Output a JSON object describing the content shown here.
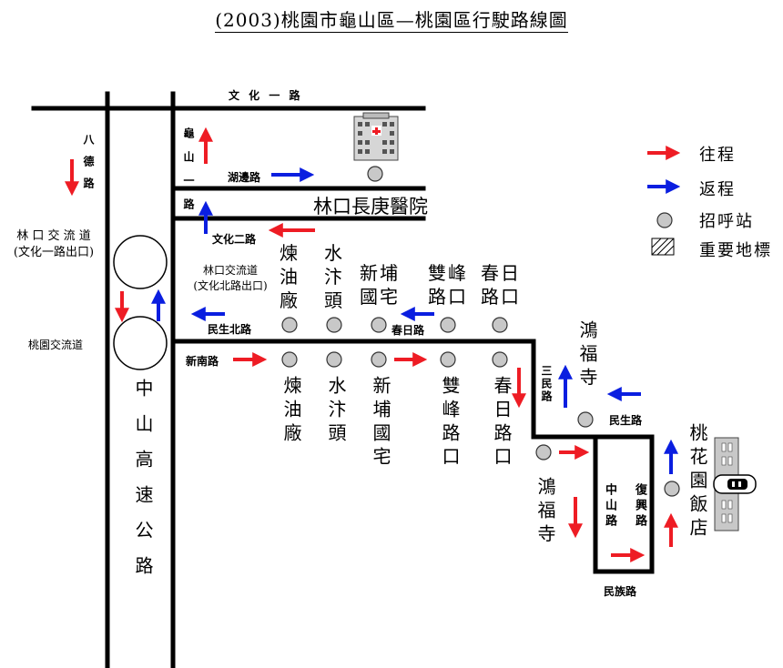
{
  "title": "(2003)桃園市龜山區—桃園區行駛路線圖",
  "roads": {
    "wenhua_1": "文 化 一 路",
    "bade": "八德路",
    "guishan_1": "龜山一路",
    "hubian": "湖邊路",
    "wenhua_2": "文化二路",
    "minsheng_north": "民生北路",
    "xinnan": "新南路",
    "chunri": "春日路",
    "sanmin": "三民路",
    "minsheng": "民生路",
    "zhongshan": "中山路",
    "fuxing": "復興路",
    "minzu": "民族路",
    "highway": "中山高速公路"
  },
  "interchanges": {
    "linkou": "林 口 交 流 道",
    "linkou_note": "(文化一路出口)",
    "linkou_north": "林口交流道",
    "linkou_north_note": "(文化北路出口)",
    "taoyuan": "桃園交流道"
  },
  "landmarks": {
    "hospital": "林口長庚醫院",
    "hotel": "桃花園飯店"
  },
  "stops_upper": [
    {
      "line1": "煉",
      "line2": "油",
      "line3": "廠"
    },
    {
      "line1": "水",
      "line2": "汴",
      "line3": "頭"
    },
    {
      "line1": "新埔",
      "line2": "國宅"
    },
    {
      "line1": "雙峰",
      "line2": "路口"
    },
    {
      "line1": "春日",
      "line2": "路口"
    }
  ],
  "stops_lower": [
    "煉油廠",
    "水汴頭",
    "新埔國宅",
    "雙峰路口",
    "春日路口"
  ],
  "stops_other": {
    "hongfu_upper": "鴻福寺",
    "hongfu_lower": "鴻福寺",
    "hotel_stop": "桃花園飯店"
  },
  "legend": {
    "outbound": "往程",
    "return": "返程",
    "stop": "招呼站",
    "landmark": "重要地標"
  },
  "colors": {
    "outbound": "#ee1c24",
    "return": "#0a1ee0",
    "stop_fill": "#c8c8c8",
    "road": "#000000"
  }
}
